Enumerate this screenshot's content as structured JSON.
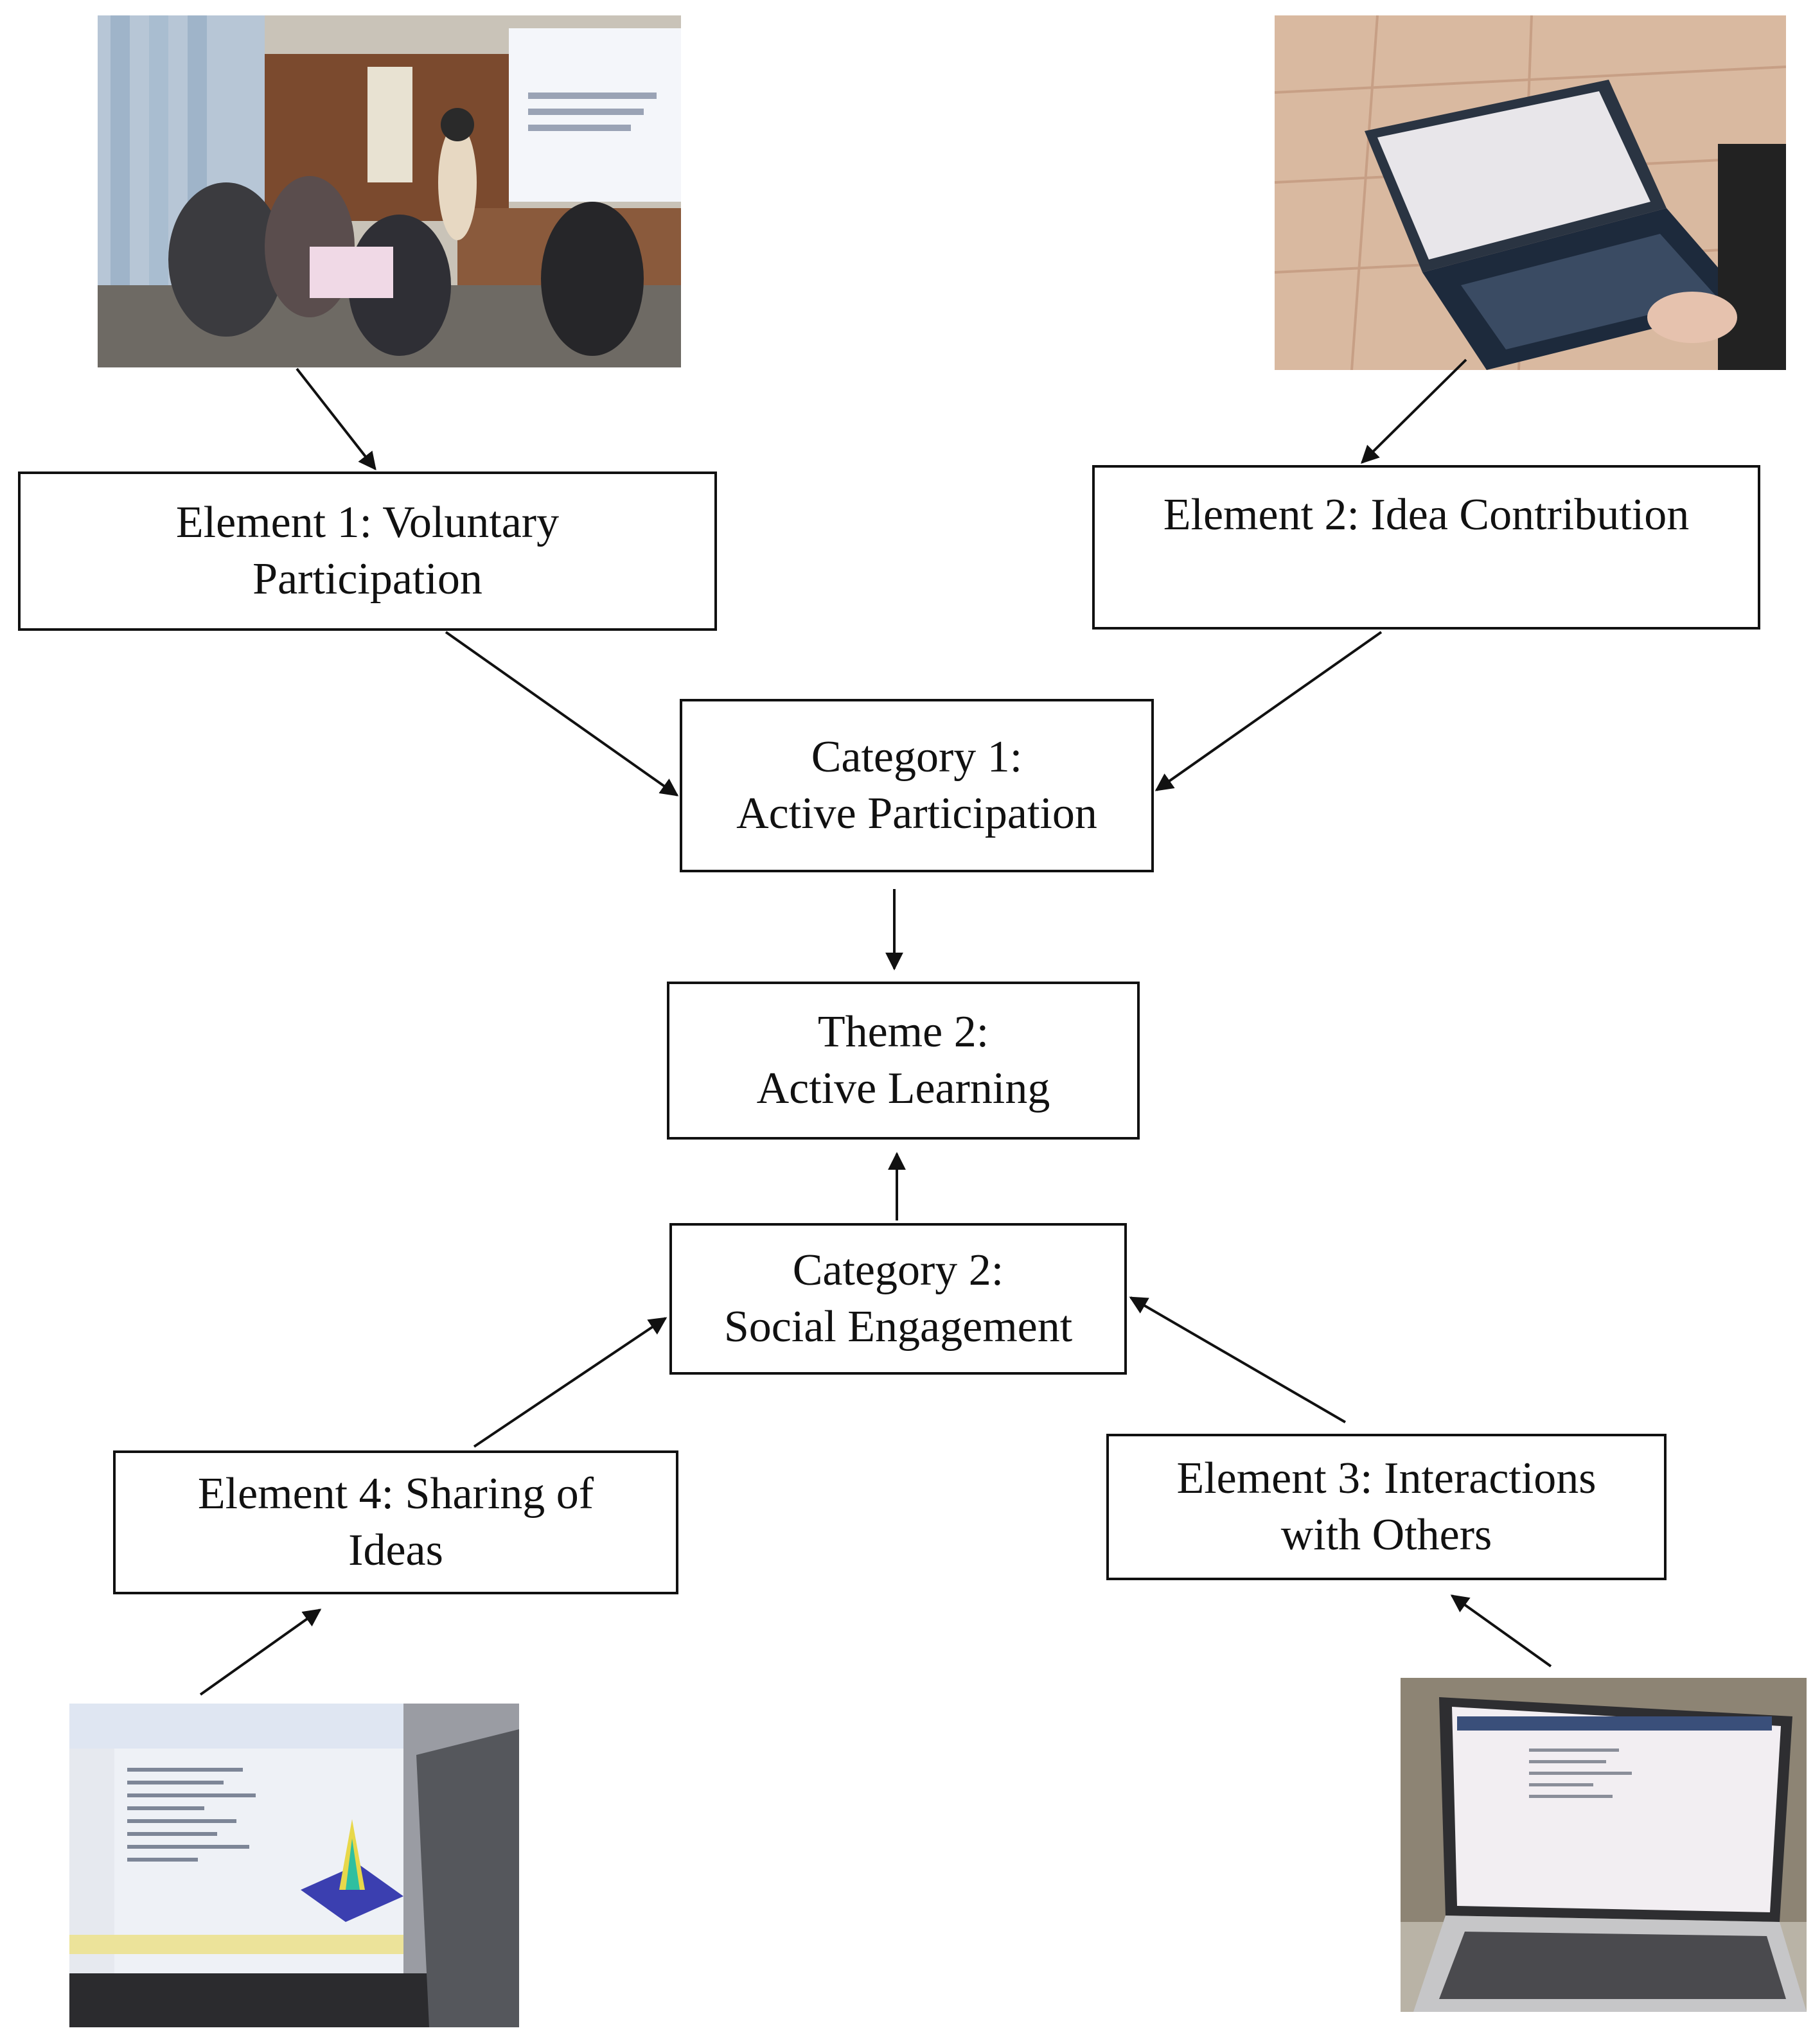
{
  "photos": {
    "classroom": "classroom-photo",
    "laptop_top_right": "laptop-photo",
    "screen_bottom_left": "computer-screen-photo",
    "laptop_bottom_right": "laptop-photo"
  },
  "boxes": {
    "element1": {
      "line1": "Element 1: Voluntary",
      "line2": "Participation"
    },
    "element2": {
      "line1": "Element 2: Idea Contribution"
    },
    "category1": {
      "line1": "Category 1:",
      "line2": "Active Participation"
    },
    "theme2": {
      "line1": "Theme 2:",
      "line2": "Active Learning"
    },
    "category2": {
      "line1": "Category 2:",
      "line2": "Social Engagement"
    },
    "element4": {
      "line1": "Element 4: Sharing of",
      "line2": "Ideas"
    },
    "element3": {
      "line1": "Element 3: Interactions",
      "line2": "with Others"
    }
  },
  "colors": {
    "line": "#111111",
    "background": "#ffffff"
  }
}
